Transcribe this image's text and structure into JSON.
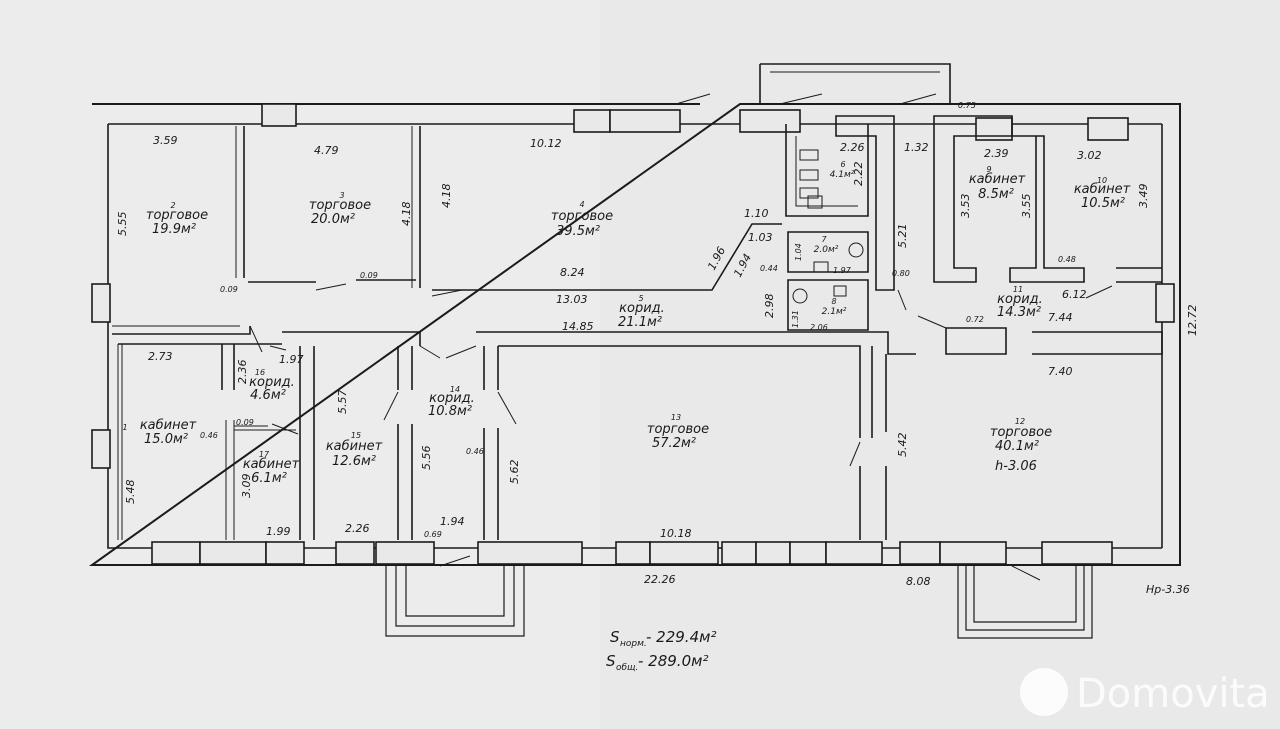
{
  "rooms": [
    {
      "id": "r1",
      "num": "1",
      "name": "кабинет",
      "area": "15.0м²"
    },
    {
      "id": "r2",
      "num": "2",
      "name": "торговое",
      "area": "19.9м²"
    },
    {
      "id": "r3",
      "num": "3",
      "name": "торговое",
      "area": "20.0м²"
    },
    {
      "id": "r4",
      "num": "4",
      "name": "торговое",
      "area": "39.5м²"
    },
    {
      "id": "r5",
      "num": "5",
      "name": "корид.",
      "area": "21.1м²"
    },
    {
      "id": "r6",
      "num": "6",
      "name": "",
      "area": "4.1м²"
    },
    {
      "id": "r7",
      "num": "7",
      "name": "",
      "area": "2.0м²"
    },
    {
      "id": "r8",
      "num": "8",
      "name": "",
      "area": "2.1м²"
    },
    {
      "id": "r9",
      "num": "9",
      "name": "кабинет",
      "area": "8.5м²"
    },
    {
      "id": "r10",
      "num": "10",
      "name": "кабинет",
      "area": "10.5м²"
    },
    {
      "id": "r11",
      "num": "11",
      "name": "корид.",
      "area": "14.3м²"
    },
    {
      "id": "r12",
      "num": "12",
      "name": "торговое",
      "area": "40.1м²"
    },
    {
      "id": "r13",
      "num": "13",
      "name": "торговое",
      "area": "57.2м²"
    },
    {
      "id": "r14",
      "num": "14",
      "name": "корид.",
      "area": "10.8м²"
    },
    {
      "id": "r15",
      "num": "15",
      "name": "кабинет",
      "area": "12.6м²"
    },
    {
      "id": "r16",
      "num": "16",
      "name": "корид.",
      "area": "4.6м²"
    },
    {
      "id": "r17",
      "num": "17",
      "name": "кабинет",
      "area": "6.1м²"
    }
  ],
  "dimensions": [
    "3.59",
    "4.79",
    "10.12",
    "2.26",
    "1.32",
    "0.75",
    "2.39",
    "3.02",
    "5.55",
    "4.18",
    "4.18",
    "1.10",
    "1.03",
    "2.22",
    "5.21",
    "3.53",
    "3.55",
    "3.49",
    "0.09",
    "0.09",
    "8.24",
    "1.96",
    "1.94",
    "0.44",
    "1.04",
    "1.97",
    "0.80",
    "0.48",
    "13.03",
    "2.98",
    "1.31",
    "2.06",
    "6.12",
    "7.44",
    "12.72",
    "14.85",
    "0.72",
    "2.73",
    "2.36",
    "1.97",
    "5.57",
    "7.40",
    "0.46",
    "0.09",
    "5.56",
    "0.46",
    "5.62",
    "5.42",
    "5.48",
    "3.09",
    "1.99",
    "2.26",
    "1.94",
    "0.69",
    "10.18",
    "22.26",
    "8.08"
  ],
  "height_note": "h-3.06",
  "floor_height": "Нр-3.36",
  "summary": {
    "s_living_prefix": "S",
    "s_living_sub": "норм.",
    "s_living_value": "- 229.4м²",
    "s_total_prefix": "S",
    "s_total_sub": "общ.",
    "s_total_value": "- 289.0м²"
  },
  "watermark": "Domovita"
}
